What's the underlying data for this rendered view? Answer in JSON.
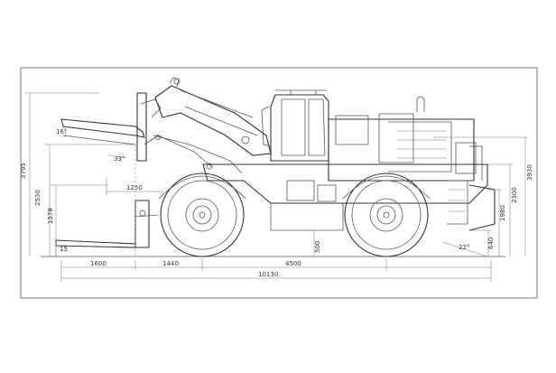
{
  "dimensions": {
    "h_total": "3795",
    "h_2530": "2530",
    "h_1578": "1578",
    "h_15": "15",
    "h_3930": "3930",
    "h_2300": "2300",
    "h_1980": "1980",
    "h_640": "640",
    "h_500": "500",
    "reach_1250": "1250",
    "len_1600": "1600",
    "len_1440": "1440",
    "len_4500": "4500",
    "len_total": "10130",
    "angle_top": "16°",
    "angle_mid": "33°",
    "angle_rear": "22°"
  }
}
